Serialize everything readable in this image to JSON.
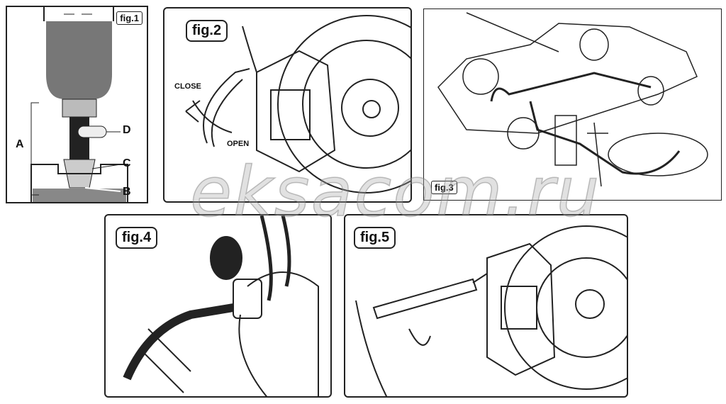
{
  "figures": {
    "fig1": {
      "label": "fig.1",
      "callouts": {
        "a": "A",
        "b": "B",
        "c": "C",
        "d": "D"
      }
    },
    "fig2": {
      "label": "fig.2",
      "close": "CLOSE",
      "open": "OPEN"
    },
    "fig3": {
      "label": "fig.3"
    },
    "fig4": {
      "label": "fig.4"
    },
    "fig5": {
      "label": "fig.5"
    }
  },
  "watermark": "eksacom.ru"
}
